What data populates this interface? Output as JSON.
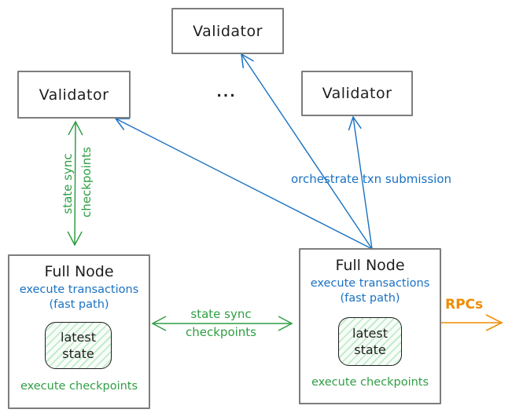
{
  "colors": {
    "green": "#2f9e44",
    "blue": "#1971c2",
    "orange": "#f08c00",
    "box_border": "#7d7d7d",
    "text": "#1e1e1e",
    "state_fill_hatch": "#c3ebc9"
  },
  "validators": {
    "top": "Validator",
    "left": "Validator",
    "right": "Validator",
    "ellipsis": "..."
  },
  "full_nodes": {
    "left": {
      "title": "Full Node",
      "exec_line1": "execute transactions",
      "exec_line2": "(fast path)",
      "state_line1": "latest",
      "state_line2": "state",
      "footer": "execute checkpoints"
    },
    "right": {
      "title": "Full Node",
      "exec_line1": "execute transactions",
      "exec_line2": "(fast path)",
      "state_line1": "latest",
      "state_line2": "state",
      "footer": "execute checkpoints"
    }
  },
  "edges": {
    "validator_sync": {
      "line1": "state sync",
      "line2": "checkpoints"
    },
    "fullnode_sync": {
      "line1": "state sync",
      "line2": "checkpoints"
    },
    "orchestrate_label": "orchestrate txn submission",
    "rpc_label": "RPCs"
  }
}
